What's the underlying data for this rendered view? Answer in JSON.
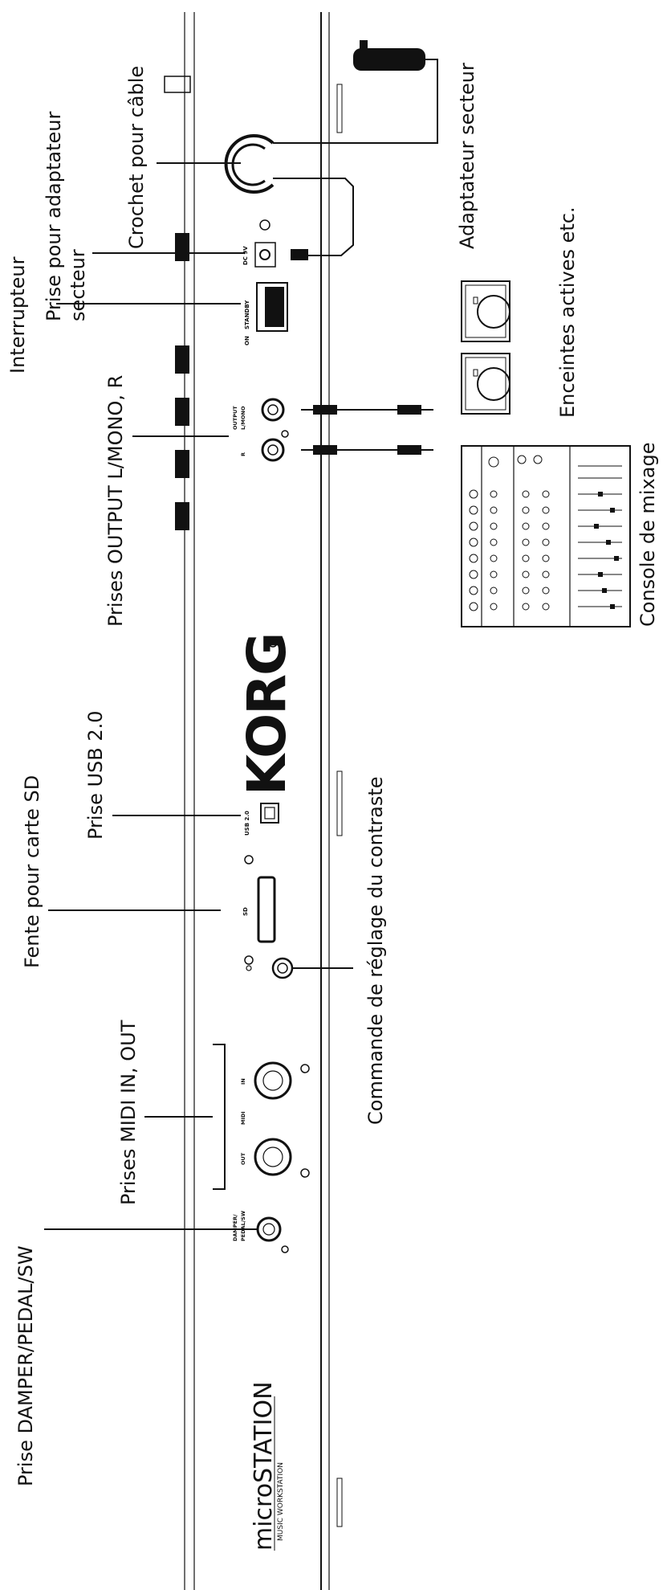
{
  "labels": {
    "damper_jack": "Prise DAMPER/PEDAL/SW",
    "midi_jacks": "Prises MIDI IN, OUT",
    "sd_slot": "Fente pour carte SD",
    "usb_jack": "Prise USB 2.0",
    "output_jacks": "Prises OUTPUT L/MONO, R",
    "switch": "Interrupteur",
    "adapter_jack": "Prise pour adaptateur secteur",
    "cable_hook": "Crochet pour câble",
    "contrast_knob": "Commande de réglage du contraste",
    "ac_adapter": "Adaptateur secteur",
    "active_speakers": "Enceintes actives etc.",
    "mixer": "Console de mixage"
  },
  "panel": {
    "damper": "DAMPER/",
    "pedal_sw": "PEDAL/SW",
    "midi": "MIDI",
    "midi_out": "OUT",
    "midi_in": "IN",
    "usb": "USB 2.0",
    "output": "OUTPUT",
    "l_mono": "L/MONO",
    "r": "R",
    "on": "ON",
    "standby": "STANDBY",
    "dc9v": "DC 9V",
    "sd_logo": "SD",
    "brand": "KORG"
  },
  "product": {
    "name": "microSTATION",
    "subtitle": "MUSIC WORKSTATION"
  }
}
